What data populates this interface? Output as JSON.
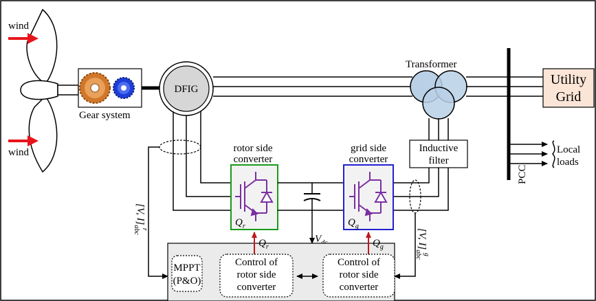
{
  "labels": {
    "wind_top": "wind",
    "wind_bottom": "wind",
    "gear_system": "Gear system",
    "dfig": "DFIG",
    "transformer": "Transformer",
    "utility_grid_line1": "Utility",
    "utility_grid_line2": "Grid",
    "pcc": "PCC",
    "local_loads_line1": "Local",
    "local_loads_line2": "loads",
    "inductive_filter_line1": "Inductive",
    "inductive_filter_line2": "filter",
    "rsc_title_line1": "rotor side",
    "rsc_title_line2": "converter",
    "gsc_title_line1": "grid side",
    "gsc_title_line2": "converter",
    "qr_in_box": "Q",
    "qr_in_box_sub": "r",
    "qg_in_box": "Q",
    "qg_in_box_sub": "g",
    "qr_signal": "Q",
    "qr_signal_sub": "r",
    "qg_signal": "Q",
    "qg_signal_sub": "g",
    "vdc": "V",
    "vdc_sub": "dc",
    "vi_rotor": "[V, I]",
    "vi_rotor_sub": "abc",
    "vi_rotor_sup": "r",
    "vi_grid": "[V, I]",
    "vi_grid_sub": "abc",
    "vi_grid_sup": "g",
    "mppt_line1": "MPPT",
    "mppt_line2": "(P&O)",
    "ctrl_rsc_line1": "Control of",
    "ctrl_rsc_line2": "rotor side",
    "ctrl_rsc_line3": "converter",
    "ctrl_gsc_line1": "Control of",
    "ctrl_gsc_line2": "rotor side",
    "ctrl_gsc_line3": "converter"
  },
  "colors": {
    "wind_arrow": "#e8141b",
    "gear_large": "#d2772a",
    "gear_small": "#1d3fd8",
    "transformer_fill": "#b9d0e6",
    "utility_grid_fill": "#fbe5d6",
    "rsc_border": "#1a9a1a",
    "gsc_border": "#2020d0",
    "igbt": "#7a2fa0",
    "mppt_text": "#e0308a",
    "ctrl_rsc_text": "#1a9a1a",
    "ctrl_gsc_text": "#2020d0",
    "qg_text": "#e0a000",
    "signal_arrow": "#c0161b"
  }
}
